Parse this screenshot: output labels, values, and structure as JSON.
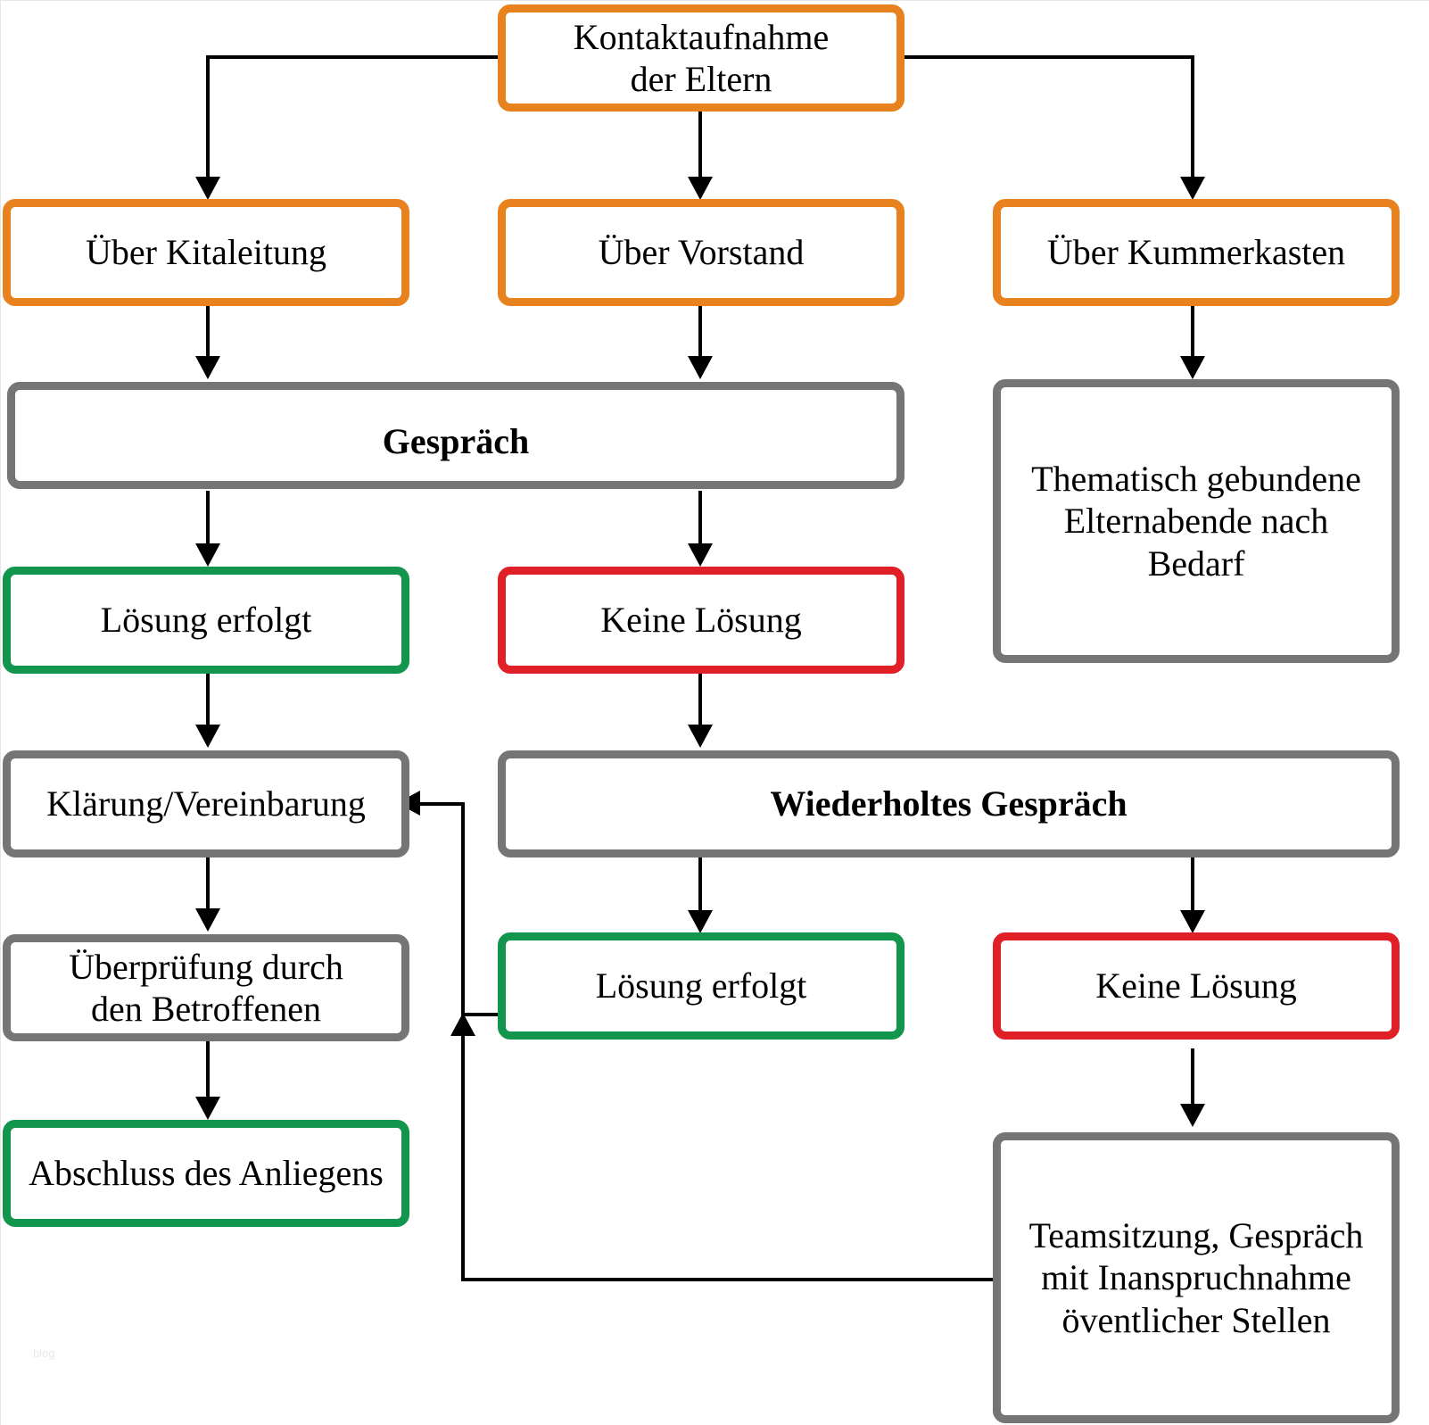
{
  "diagram": {
    "title": "Beschwerdeverfahren Ablaufdiagramm",
    "colors": {
      "orange": "#E8821E",
      "gray": "#757575",
      "green": "#12954C",
      "red": "#E01F26",
      "connector": "#000000",
      "background": "#FFFFFF"
    },
    "watermark": "blog"
  },
  "nodes": {
    "kontaktaufnahme": {
      "label": "Kontaktaufnahme\nder Eltern",
      "color": "orange"
    },
    "ueber_kitaleitung": {
      "label": "Über Kitaleitung",
      "color": "orange"
    },
    "ueber_vorstand": {
      "label": "Über Vorstand",
      "color": "orange"
    },
    "ueber_kummerkasten": {
      "label": "Über Kummerkasten",
      "color": "orange"
    },
    "gespraech": {
      "label": "Gespräch",
      "color": "gray",
      "bold": true
    },
    "elternabende": {
      "label": "Thematisch gebundene\nElternabende nach\nBedarf",
      "color": "gray"
    },
    "loesung_erfolgt_1": {
      "label": "Lösung erfolgt",
      "color": "green"
    },
    "keine_loesung_1": {
      "label": "Keine Lösung",
      "color": "red"
    },
    "klaerung": {
      "label": "Klärung/Vereinbarung",
      "color": "gray"
    },
    "wiederholtes_gespraech": {
      "label": "Wiederholtes Gespräch",
      "color": "gray",
      "bold": true
    },
    "ueberpruefung": {
      "label": "Überprüfung durch\nden Betroffenen",
      "color": "gray"
    },
    "loesung_erfolgt_2": {
      "label": "Lösung erfolgt",
      "color": "green"
    },
    "keine_loesung_2": {
      "label": "Keine Lösung",
      "color": "red"
    },
    "abschluss": {
      "label": "Abschluss des Anliegens",
      "color": "green"
    },
    "teamsitzung": {
      "label": "Teamsitzung, Gespräch\nmit Inanspruchnahme\növentlicher Stellen",
      "color": "gray"
    }
  },
  "edges": [
    {
      "from": "kontaktaufnahme",
      "to": "ueber_kitaleitung"
    },
    {
      "from": "kontaktaufnahme",
      "to": "ueber_vorstand"
    },
    {
      "from": "kontaktaufnahme",
      "to": "ueber_kummerkasten"
    },
    {
      "from": "ueber_kitaleitung",
      "to": "gespraech"
    },
    {
      "from": "ueber_vorstand",
      "to": "gespraech"
    },
    {
      "from": "ueber_kummerkasten",
      "to": "elternabende"
    },
    {
      "from": "gespraech",
      "to": "loesung_erfolgt_1"
    },
    {
      "from": "gespraech",
      "to": "keine_loesung_1"
    },
    {
      "from": "loesung_erfolgt_1",
      "to": "klaerung"
    },
    {
      "from": "keine_loesung_1",
      "to": "wiederholtes_gespraech"
    },
    {
      "from": "klaerung",
      "to": "ueberpruefung"
    },
    {
      "from": "ueberpruefung",
      "to": "abschluss"
    },
    {
      "from": "wiederholtes_gespraech",
      "to": "loesung_erfolgt_2"
    },
    {
      "from": "wiederholtes_gespraech",
      "to": "keine_loesung_2"
    },
    {
      "from": "loesung_erfolgt_2",
      "to": "klaerung"
    },
    {
      "from": "keine_loesung_2",
      "to": "teamsitzung"
    },
    {
      "from": "teamsitzung",
      "to": "klaerung"
    }
  ]
}
